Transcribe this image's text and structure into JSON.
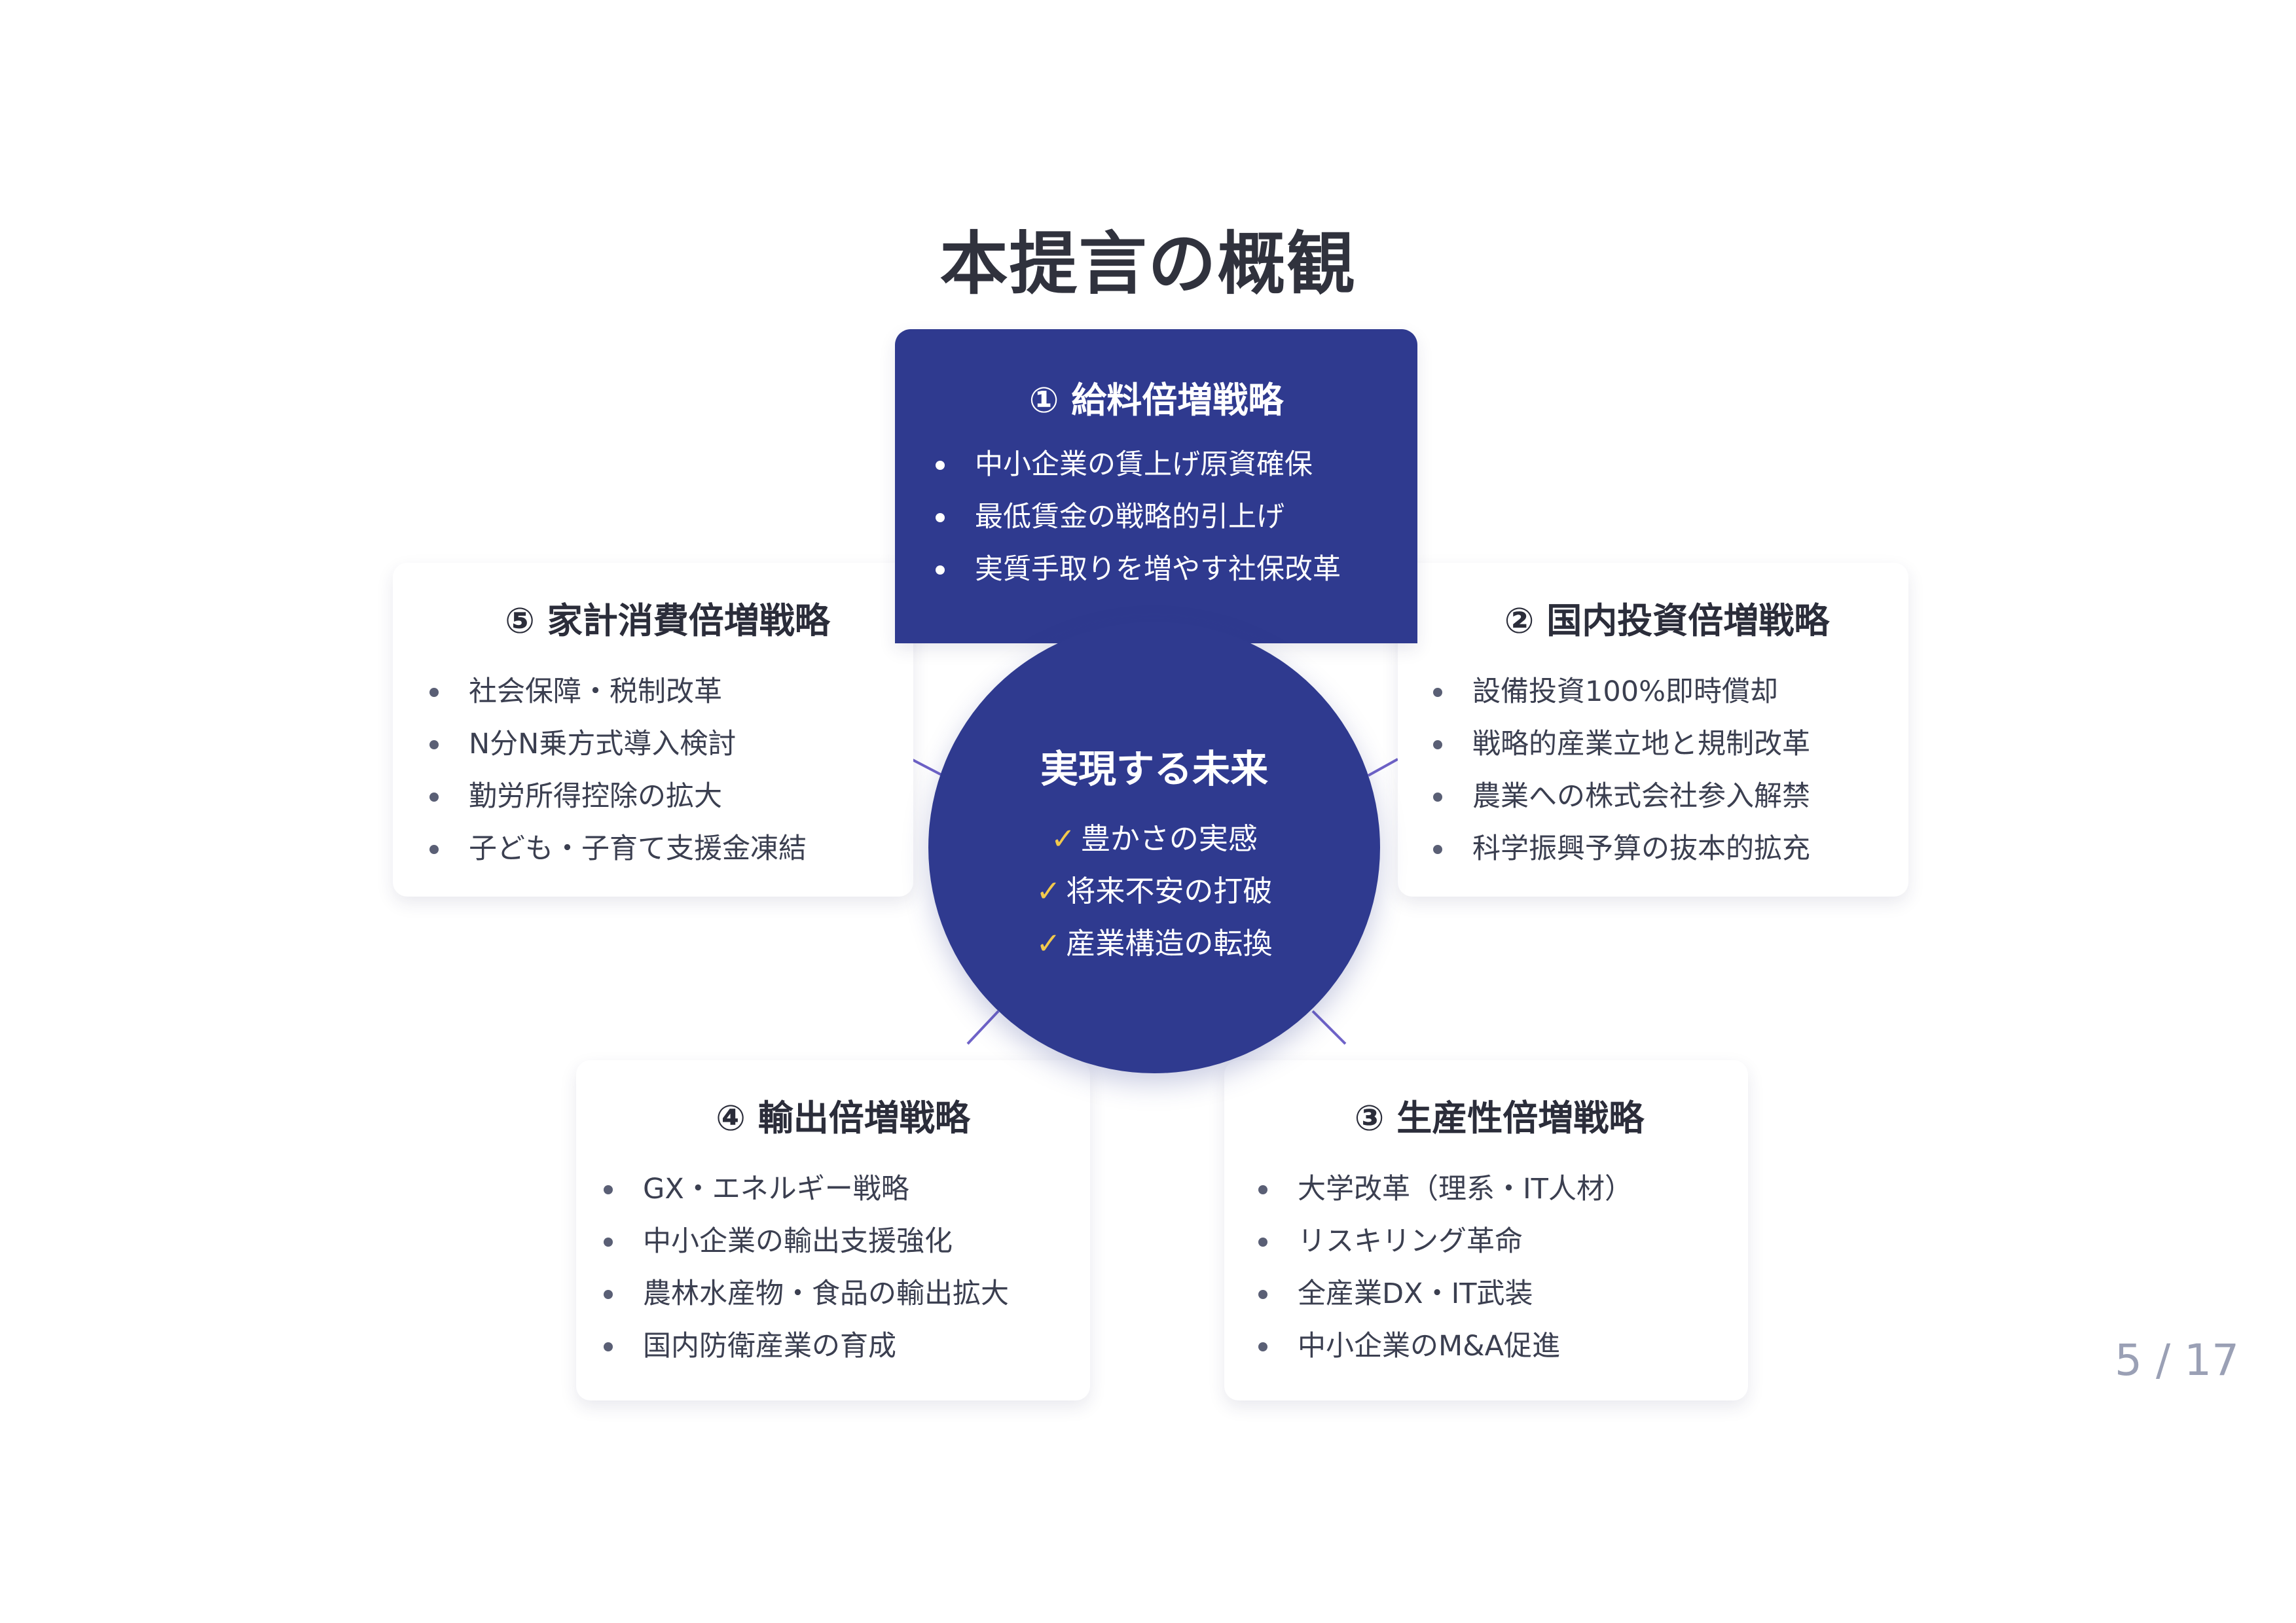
{
  "title": "本提言の概観",
  "center": {
    "title": "実現する未来",
    "items": [
      "豊かさの実感",
      "将来不安の打破",
      "産業構造の転換"
    ]
  },
  "cards": {
    "top": {
      "title": "① 給料倍増戦略",
      "items": [
        "中小企業の賃上げ原資確保",
        "最低賃金の戦略的引上げ",
        "実質手取りを増やす社保改革"
      ]
    },
    "right": {
      "title": "② 国内投資倍増戦略",
      "items": [
        "設備投資100%即時償却",
        "戦略的産業立地と規制改革",
        "農業への株式会社参入解禁",
        "科学振興予算の抜本的拡充"
      ]
    },
    "bottom_right": {
      "title": "③ 生産性倍増戦略",
      "items": [
        "大学改革（理系・IT人材）",
        "リスキリング革命",
        "全産業DX・IT武装",
        "中小企業のM&A促進"
      ]
    },
    "bottom_left": {
      "title": "④ 輸出倍増戦略",
      "items": [
        "GX・エネルギー戦略",
        "中小企業の輸出支援強化",
        "農林水産物・食品の輸出拡大",
        "国内防衛産業の育成"
      ]
    },
    "left": {
      "title": "⑤ 家計消費倍増戦略",
      "items": [
        "社会保障・税制改革",
        "N分N乗方式導入検討",
        "勤労所得控除の拡大",
        "子ども・子育て支援金凍結"
      ]
    }
  },
  "page": "5 / 17",
  "colors": {
    "primary": "#2f3a8f",
    "check": "#f2c94c",
    "connector": "#6f63c8"
  }
}
